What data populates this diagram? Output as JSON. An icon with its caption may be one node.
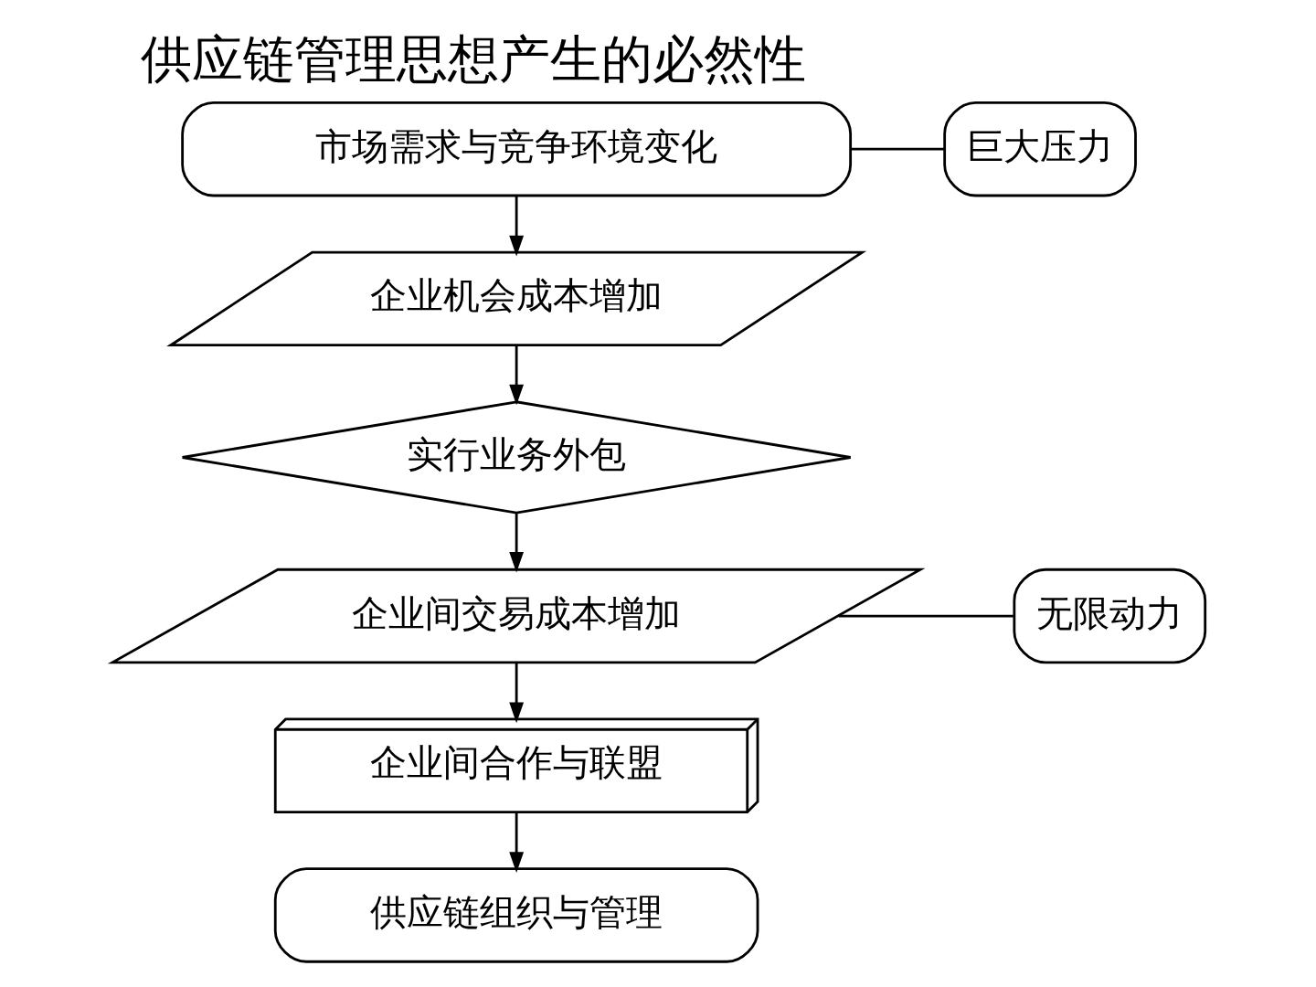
{
  "diagram": {
    "title": "供应链管理思想产生的必然性",
    "nodes": [
      {
        "text": [
          "市场需求与竞争环境变化"
        ]
      },
      {
        "text": [
          "巨大压力"
        ]
      },
      {
        "text": [
          "企业机会成本增加"
        ]
      },
      {
        "text": [
          "实行业务外包"
        ]
      },
      {
        "text": [
          "企业间交易成本增加"
        ]
      },
      {
        "text": [
          "无限动力"
        ]
      },
      {
        "text": [
          "企业间合作与联盟"
        ]
      },
      {
        "text": [
          "供应链组织与管理"
        ]
      }
    ],
    "edges": [
      {
        "from": 1,
        "to": 0,
        "arrow": "none"
      },
      {
        "from": 0,
        "to": 2,
        "arrow": "to"
      },
      {
        "from": 2,
        "to": 3,
        "arrow": "to"
      },
      {
        "from": 3,
        "to": 4,
        "arrow": "to"
      },
      {
        "from": 5,
        "to": 4,
        "arrow": "none"
      },
      {
        "from": 4,
        "to": 6,
        "arrow": "to"
      },
      {
        "from": 6,
        "to": 7,
        "arrow": "to"
      }
    ]
  }
}
